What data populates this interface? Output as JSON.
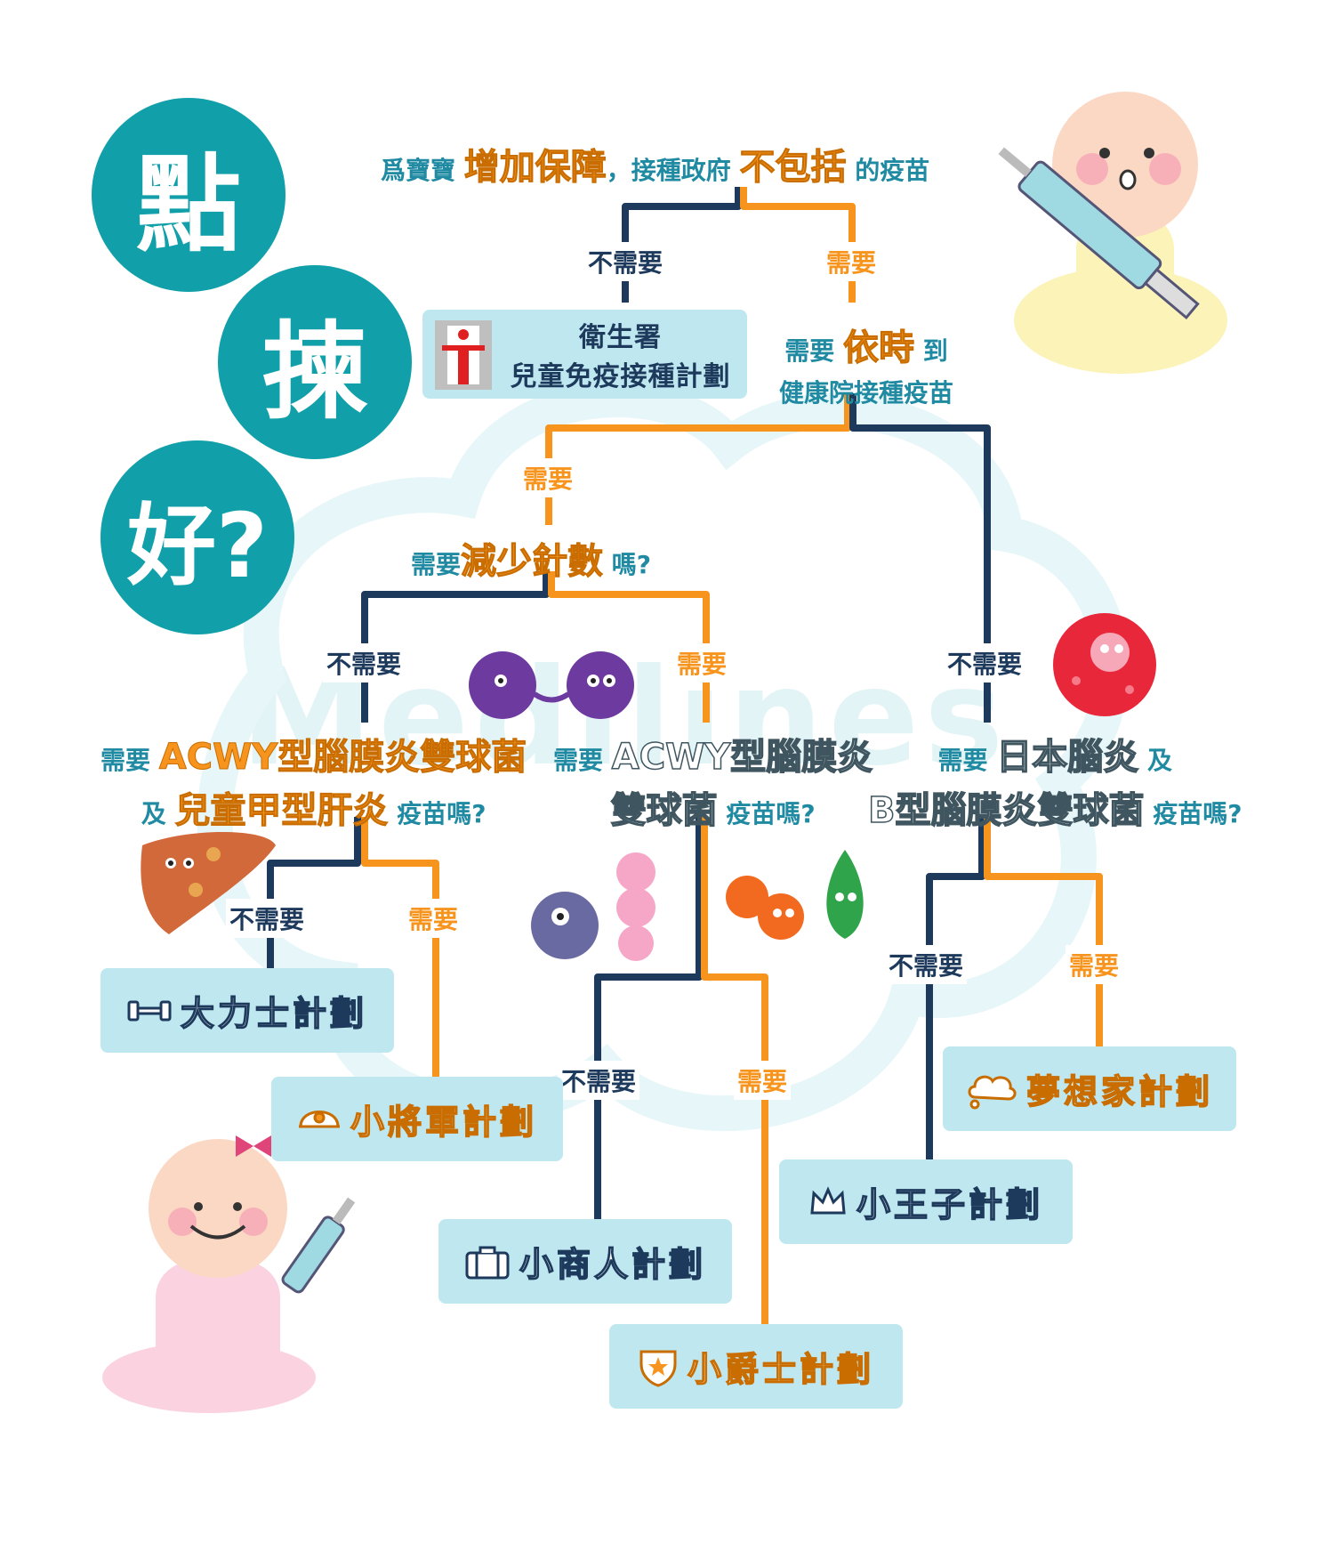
{
  "title": {
    "chars": [
      "點",
      "揀",
      "好?"
    ]
  },
  "watermark": "Medilines",
  "q1": {
    "prefix": "爲寶寶",
    "highlight": "增加保障",
    "middle": "，接種政府",
    "highlight2": "不包括",
    "suffix": "的疫苗"
  },
  "q2": {
    "line1_prefix": "需要",
    "line1_highlight": "依時",
    "line1_suffix": "到",
    "line2": "健康院接種疫苗"
  },
  "q3": {
    "prefix": "需要",
    "highlight": "減少針數",
    "suffix": "嗎?"
  },
  "q4": {
    "line1_prefix": "需要",
    "line1_highlight": "ACWY型腦膜炎雙球菌",
    "line2_prefix": "及",
    "line2_highlight": "兒童甲型肝炎",
    "line2_suffix": "疫苗嗎?"
  },
  "q5": {
    "line1_prefix": "需要",
    "line1_highlight": "ACWY型腦膜炎",
    "line2_highlight": "雙球菌",
    "line2_suffix": "疫苗嗎?"
  },
  "q6": {
    "line1_prefix": "需要",
    "line1_highlight": "日本腦炎",
    "line1_suffix": "及",
    "line2_highlight": "B型腦膜炎雙球菌",
    "line2_suffix": "疫苗嗎?"
  },
  "labels": {
    "no": "不需要",
    "yes": "需要"
  },
  "plans": {
    "dh_line1": "衛生署",
    "dh_line2": "兒童免疫接種計劃",
    "hercules": "大力士計劃",
    "general": "小將軍計劃",
    "merchant": "小商人計劃",
    "knight": "小爵士計劃",
    "prince": "小王子計劃",
    "dreamer": "夢想家計劃"
  },
  "colors": {
    "teal": "#11a0aa",
    "navy": "#1d3a5c",
    "orange": "#f7941d",
    "box": "#bfe7ef",
    "q_text": "#1f8aa2"
  }
}
